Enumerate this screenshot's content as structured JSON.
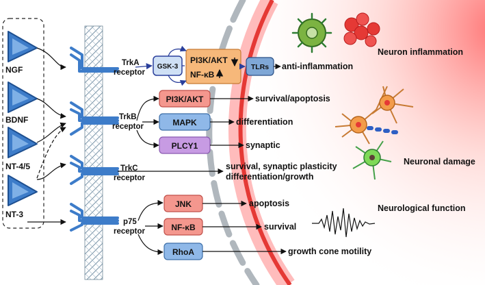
{
  "ligands": [
    "NGF",
    "BDNF",
    "NT-4/5",
    "NT-3"
  ],
  "receptors": {
    "trka": [
      "TrkA",
      "receptor"
    ],
    "trkb": [
      "TrkB",
      "receptor"
    ],
    "trkc": [
      "TrkC",
      "receptor"
    ],
    "p75": [
      "p75",
      "receptor"
    ]
  },
  "boxes": {
    "gsk3": "GSK-3",
    "pi3k_akt_top": "PI3K/AKT",
    "nfkb_top": "NF-κB",
    "tlrs": "TLRs",
    "pi3k_akt": "PI3K/AKT",
    "mapk": "MAPK",
    "plcy1": "PLCY1",
    "jnk": "JNK",
    "nfkb": "NF-κB",
    "rhoa": "RhoA"
  },
  "outcomes": {
    "anti_inflammation": "anti-inflammation",
    "survival_apoptosis": "survival/apoptosis",
    "differentiation": "differentiation",
    "synaptic": "synaptic",
    "survival_plasticity": "survival, synaptic plasticity",
    "differentiation_growth": "differentiation/growth",
    "apoptosis": "apoptosis",
    "survival": "survival",
    "growth_cone": "growth cone motility"
  },
  "effects": {
    "neuron_inflammation": "Neuron inflammation",
    "neuronal_damage": "Neuronal damage",
    "neurological_function": "Neurological function"
  },
  "colors": {
    "triangle": "#3d7cc9",
    "salmon_box": "#f4978e",
    "blue_box": "#8fb8e8",
    "purple_box": "#c79be3",
    "orange_box": "#f6b87a",
    "tlrs_box": "#7fa7d6",
    "gsk_box": "#cfe0f5",
    "membrane_red": "#e53935"
  }
}
